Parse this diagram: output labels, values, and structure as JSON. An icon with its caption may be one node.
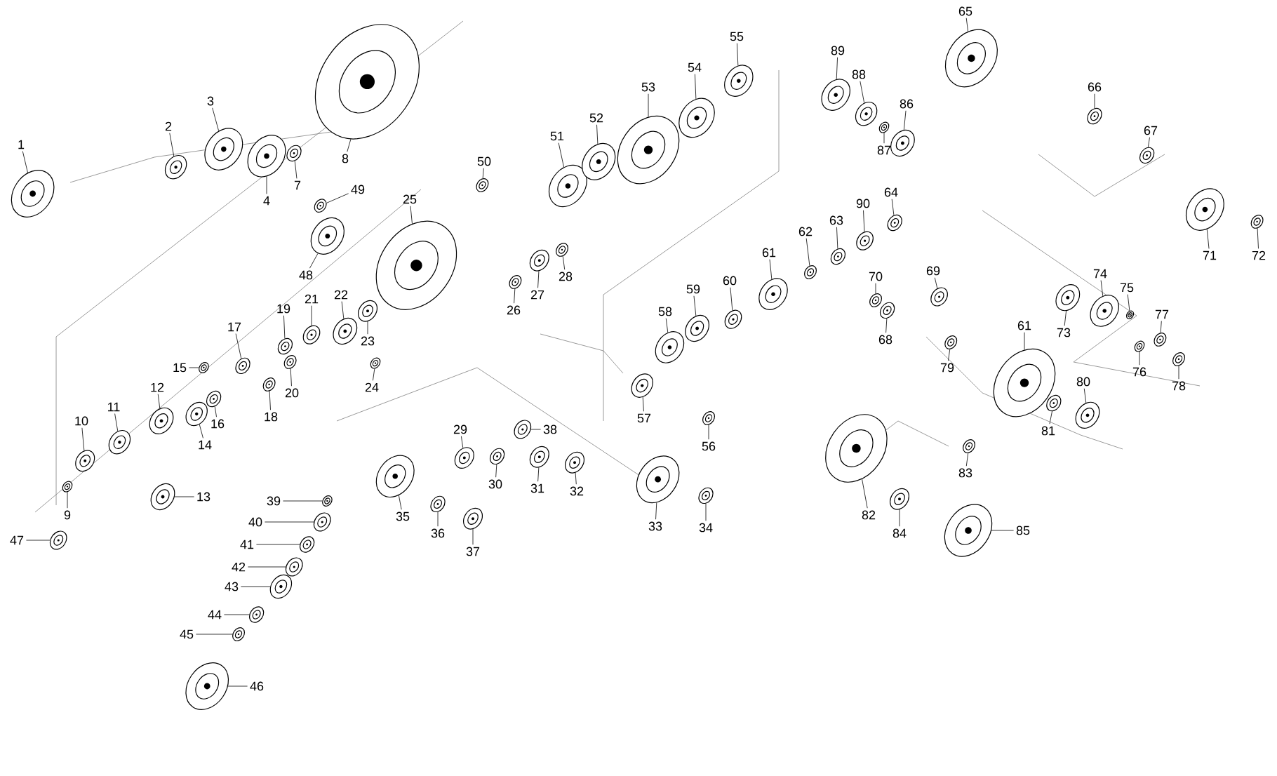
{
  "diagram": {
    "nodes": [
      {
        "text": [
          "1"
        ]
      },
      {
        "text": [
          "2"
        ]
      },
      {
        "text": [
          "3"
        ]
      },
      {
        "text": [
          "4"
        ]
      },
      {
        "text": [
          "7"
        ]
      },
      {
        "text": [
          "8"
        ]
      },
      {
        "text": [
          "9"
        ]
      },
      {
        "text": [
          "10"
        ]
      },
      {
        "text": [
          "11"
        ]
      },
      {
        "text": [
          "12"
        ]
      },
      {
        "text": [
          "13"
        ]
      },
      {
        "text": [
          "14"
        ]
      },
      {
        "text": [
          "15"
        ]
      },
      {
        "text": [
          "16"
        ]
      },
      {
        "text": [
          "17"
        ]
      },
      {
        "text": [
          "18"
        ]
      },
      {
        "text": [
          "19"
        ]
      },
      {
        "text": [
          "20"
        ]
      },
      {
        "text": [
          "21"
        ]
      },
      {
        "text": [
          "22"
        ]
      },
      {
        "text": [
          "23"
        ]
      },
      {
        "text": [
          "24"
        ]
      },
      {
        "text": [
          "25"
        ]
      },
      {
        "text": [
          "26"
        ]
      },
      {
        "text": [
          "27"
        ]
      },
      {
        "text": [
          "28"
        ]
      },
      {
        "text": [
          "29"
        ]
      },
      {
        "text": [
          "30"
        ]
      },
      {
        "text": [
          "31"
        ]
      },
      {
        "text": [
          "32"
        ]
      },
      {
        "text": [
          "33"
        ]
      },
      {
        "text": [
          "34"
        ]
      },
      {
        "text": [
          "35"
        ]
      },
      {
        "text": [
          "36"
        ]
      },
      {
        "text": [
          "37"
        ]
      },
      {
        "text": [
          "38"
        ]
      },
      {
        "text": [
          "39"
        ]
      },
      {
        "text": [
          "40"
        ]
      },
      {
        "text": [
          "41"
        ]
      },
      {
        "text": [
          "42"
        ]
      },
      {
        "text": [
          "43"
        ]
      },
      {
        "text": [
          "44"
        ]
      },
      {
        "text": [
          "45"
        ]
      },
      {
        "text": [
          "46"
        ]
      },
      {
        "text": [
          "47"
        ]
      },
      {
        "text": [
          "48"
        ]
      },
      {
        "text": [
          "49"
        ]
      },
      {
        "text": [
          "50"
        ]
      },
      {
        "text": [
          "51"
        ]
      },
      {
        "text": [
          "52"
        ]
      },
      {
        "text": [
          "53"
        ]
      },
      {
        "text": [
          "54"
        ]
      },
      {
        "text": [
          "55"
        ]
      },
      {
        "text": [
          "56"
        ]
      },
      {
        "text": [
          "57"
        ]
      },
      {
        "text": [
          "58"
        ]
      },
      {
        "text": [
          "59"
        ]
      },
      {
        "text": [
          "60"
        ]
      },
      {
        "text": [
          "61"
        ]
      },
      {
        "text": [
          "61"
        ]
      },
      {
        "text": [
          "62"
        ]
      },
      {
        "text": [
          "63"
        ]
      },
      {
        "text": [
          "64"
        ]
      },
      {
        "text": [
          "65"
        ]
      },
      {
        "text": [
          "66"
        ]
      },
      {
        "text": [
          "67"
        ]
      },
      {
        "text": [
          "68"
        ]
      },
      {
        "text": [
          "69"
        ]
      },
      {
        "text": [
          "70"
        ]
      },
      {
        "text": [
          "71"
        ]
      },
      {
        "text": [
          "72"
        ]
      },
      {
        "text": [
          "73"
        ]
      },
      {
        "text": [
          "74"
        ]
      },
      {
        "text": [
          "75"
        ]
      },
      {
        "text": [
          "76"
        ]
      },
      {
        "text": [
          "77"
        ]
      },
      {
        "text": [
          "78"
        ]
      },
      {
        "text": [
          "79"
        ]
      },
      {
        "text": [
          "80"
        ]
      },
      {
        "text": [
          "81"
        ]
      },
      {
        "text": [
          "82"
        ]
      },
      {
        "text": [
          "83"
        ]
      },
      {
        "text": [
          "84"
        ]
      },
      {
        "text": [
          "85"
        ]
      },
      {
        "text": [
          "86"
        ]
      },
      {
        "text": [
          "87"
        ]
      },
      {
        "text": [
          "88"
        ]
      },
      {
        "text": [
          "89"
        ]
      },
      {
        "text": [
          "90"
        ]
      },
      {
        "text": [],
        "shape": "picture"
      },
      {
        "text": [],
        "shape": "picture"
      },
      {
        "text": [],
        "shape": "picture"
      },
      {
        "text": [],
        "shape": "picture"
      },
      {
        "text": [],
        "shape": "picture"
      },
      {
        "text": [],
        "shape": "picture"
      },
      {
        "text": [],
        "shape": "picture"
      },
      {
        "text": [],
        "shape": "picture"
      },
      {
        "text": [],
        "shape": "picture"
      },
      {
        "text": [],
        "shape": "picture"
      },
      {
        "text": [],
        "shape": "picture"
      },
      {
        "text": [],
        "shape": "picture"
      },
      {
        "text": [],
        "shape": "picture"
      },
      {
        "text": [],
        "shape": "picture"
      },
      {
        "text": [],
        "shape": "picture"
      },
      {
        "text": [],
        "shape": "picture"
      },
      {
        "text": [],
        "shape": "picture"
      },
      {
        "text": [],
        "shape": "picture"
      },
      {
        "text": [],
        "shape": "picture"
      },
      {
        "text": [],
        "shape": "picture"
      },
      {
        "text": [],
        "shape": "picture"
      },
      {
        "text": [],
        "shape": "picture"
      },
      {
        "text": [],
        "shape": "picture"
      },
      {
        "text": [],
        "shape": "picture"
      },
      {
        "text": [],
        "shape": "picture"
      },
      {
        "text": [],
        "shape": "picture"
      },
      {
        "text": [],
        "shape": "picture"
      },
      {
        "text": [],
        "shape": "picture"
      },
      {
        "text": [],
        "shape": "picture"
      },
      {
        "text": [],
        "shape": "picture"
      },
      {
        "text": [],
        "shape": "picture"
      },
      {
        "text": [],
        "shape": "picture"
      },
      {
        "text": [],
        "shape": "picture"
      },
      {
        "text": [],
        "shape": "picture"
      },
      {
        "text": [],
        "shape": "picture"
      },
      {
        "text": [],
        "shape": "picture"
      },
      {
        "text": [],
        "shape": "picture"
      },
      {
        "text": [],
        "shape": "picture"
      },
      {
        "text": [],
        "shape": "picture"
      },
      {
        "text": [],
        "shape": "picture"
      },
      {
        "text": [],
        "shape": "picture"
      },
      {
        "text": [],
        "shape": "picture"
      },
      {
        "text": [],
        "shape": "picture"
      },
      {
        "text": [],
        "shape": "picture"
      },
      {
        "text": [],
        "shape": "picture"
      },
      {
        "text": [],
        "shape": "picture"
      },
      {
        "text": [],
        "shape": "picture"
      },
      {
        "text": [],
        "shape": "picture"
      },
      {
        "text": [],
        "shape": "picture"
      },
      {
        "text": [],
        "shape": "picture"
      },
      {
        "text": [],
        "shape": "picture"
      },
      {
        "text": [],
        "shape": "picture"
      },
      {
        "text": [],
        "shape": "picture"
      },
      {
        "text": [],
        "shape": "picture"
      },
      {
        "text": [],
        "shape": "picture"
      },
      {
        "text": [],
        "shape": "picture"
      },
      {
        "text": [],
        "shape": "picture"
      },
      {
        "text": [],
        "shape": "picture"
      },
      {
        "text": [],
        "shape": "picture"
      },
      {
        "text": [],
        "shape": "picture"
      },
      {
        "text": [],
        "shape": "picture"
      },
      {
        "text": [],
        "shape": "picture"
      },
      {
        "text": [],
        "shape": "picture"
      },
      {
        "text": [],
        "shape": "picture"
      },
      {
        "text": [],
        "shape": "picture"
      },
      {
        "text": [],
        "shape": "picture"
      },
      {
        "text": [],
        "shape": "picture"
      },
      {
        "text": [],
        "shape": "picture"
      },
      {
        "text": [],
        "shape": "picture"
      },
      {
        "text": [],
        "shape": "picture"
      },
      {
        "text": [],
        "shape": "picture"
      },
      {
        "text": [],
        "shape": "picture"
      },
      {
        "text": [],
        "shape": "picture"
      },
      {
        "text": [],
        "shape": "picture"
      },
      {
        "text": [],
        "shape": "picture"
      },
      {
        "text": [],
        "shape": "picture"
      },
      {
        "text": [],
        "shape": "picture"
      },
      {
        "text": [],
        "shape": "picture"
      },
      {
        "text": [],
        "shape": "picture"
      },
      {
        "text": [],
        "shape": "picture"
      },
      {
        "text": [],
        "shape": "picture"
      },
      {
        "text": [],
        "shape": "picture"
      },
      {
        "text": [],
        "shape": "picture"
      },
      {
        "text": [],
        "shape": "picture"
      },
      {
        "text": [],
        "shape": "picture"
      },
      {
        "text": [],
        "shape": "picture"
      },
      {
        "text": [],
        "shape": "picture"
      },
      {
        "text": [],
        "shape": "picture"
      },
      {
        "text": [],
        "shape": "picture"
      }
    ],
    "edges": [
      {
        "from": 0,
        "to": 89,
        "arrow": "none"
      },
      {
        "from": 1,
        "to": 90,
        "arrow": "none"
      },
      {
        "from": 2,
        "to": 91,
        "arrow": "none"
      },
      {
        "from": 3,
        "to": 92,
        "arrow": "none"
      },
      {
        "from": 4,
        "to": 93,
        "arrow": "none"
      },
      {
        "from": 5,
        "to": 94,
        "arrow": "none"
      },
      {
        "from": 6,
        "to": 95,
        "arrow": "none"
      },
      {
        "from": 7,
        "to": 96,
        "arrow": "none"
      },
      {
        "from": 8,
        "to": 97,
        "arrow": "none"
      },
      {
        "from": 9,
        "to": 98,
        "arrow": "none"
      },
      {
        "from": 10,
        "to": 99,
        "arrow": "none"
      },
      {
        "from": 11,
        "to": 100,
        "arrow": "none"
      },
      {
        "from": 12,
        "to": 101,
        "arrow": "none"
      },
      {
        "from": 13,
        "to": 102,
        "arrow": "none"
      },
      {
        "from": 14,
        "to": 103,
        "arrow": "none"
      },
      {
        "from": 15,
        "to": 104,
        "arrow": "none"
      },
      {
        "from": 16,
        "to": 105,
        "arrow": "none"
      },
      {
        "from": 17,
        "to": 106,
        "arrow": "none"
      },
      {
        "from": 18,
        "to": 107,
        "arrow": "none"
      },
      {
        "from": 19,
        "to": 108,
        "arrow": "none"
      },
      {
        "from": 20,
        "to": 109,
        "arrow": "none"
      },
      {
        "from": 21,
        "to": 110,
        "arrow": "none"
      },
      {
        "from": 22,
        "to": 111,
        "arrow": "none"
      },
      {
        "from": 23,
        "to": 112,
        "arrow": "none"
      },
      {
        "from": 24,
        "to": 113,
        "arrow": "none"
      },
      {
        "from": 25,
        "to": 114,
        "arrow": "none"
      },
      {
        "from": 26,
        "to": 115,
        "arrow": "none"
      },
      {
        "from": 27,
        "to": 116,
        "arrow": "none"
      },
      {
        "from": 28,
        "to": 117,
        "arrow": "none"
      },
      {
        "from": 29,
        "to": 118,
        "arrow": "none"
      },
      {
        "from": 30,
        "to": 119,
        "arrow": "none"
      },
      {
        "from": 31,
        "to": 120,
        "arrow": "none"
      },
      {
        "from": 32,
        "to": 121,
        "arrow": "none"
      },
      {
        "from": 33,
        "to": 122,
        "arrow": "none"
      },
      {
        "from": 34,
        "to": 123,
        "arrow": "none"
      },
      {
        "from": 35,
        "to": 124,
        "arrow": "none"
      },
      {
        "from": 36,
        "to": 125,
        "arrow": "none"
      },
      {
        "from": 37,
        "to": 126,
        "arrow": "none"
      },
      {
        "from": 38,
        "to": 127,
        "arrow": "none"
      },
      {
        "from": 39,
        "to": 128,
        "arrow": "none"
      },
      {
        "from": 40,
        "to": 129,
        "arrow": "none"
      },
      {
        "from": 41,
        "to": 130,
        "arrow": "none"
      },
      {
        "from": 42,
        "to": 131,
        "arrow": "none"
      },
      {
        "from": 43,
        "to": 132,
        "arrow": "none"
      },
      {
        "from": 44,
        "to": 133,
        "arrow": "none"
      },
      {
        "from": 45,
        "to": 134,
        "arrow": "none"
      },
      {
        "from": 46,
        "to": 135,
        "arrow": "none"
      },
      {
        "from": 47,
        "to": 136,
        "arrow": "none"
      },
      {
        "from": 48,
        "to": 137,
        "arrow": "none"
      },
      {
        "from": 49,
        "to": 138,
        "arrow": "none"
      },
      {
        "from": 50,
        "to": 139,
        "arrow": "none"
      },
      {
        "from": 51,
        "to": 140,
        "arrow": "none"
      },
      {
        "from": 52,
        "to": 141,
        "arrow": "none"
      },
      {
        "from": 53,
        "to": 142,
        "arrow": "none"
      },
      {
        "from": 54,
        "to": 143,
        "arrow": "none"
      },
      {
        "from": 55,
        "to": 144,
        "arrow": "none"
      },
      {
        "from": 56,
        "to": 145,
        "arrow": "none"
      },
      {
        "from": 57,
        "to": 146,
        "arrow": "none"
      },
      {
        "from": 58,
        "to": 147,
        "arrow": "none"
      },
      {
        "from": 59,
        "to": 148,
        "arrow": "none"
      },
      {
        "from": 60,
        "to": 149,
        "arrow": "none"
      },
      {
        "from": 61,
        "to": 150,
        "arrow": "none"
      },
      {
        "from": 62,
        "to": 151,
        "arrow": "none"
      },
      {
        "from": 63,
        "to": 152,
        "arrow": "none"
      },
      {
        "from": 64,
        "to": 153,
        "arrow": "none"
      },
      {
        "from": 65,
        "to": 154,
        "arrow": "none"
      },
      {
        "from": 66,
        "to": 155,
        "arrow": "none"
      },
      {
        "from": 67,
        "to": 156,
        "arrow": "none"
      },
      {
        "from": 68,
        "to": 157,
        "arrow": "none"
      },
      {
        "from": 69,
        "to": 158,
        "arrow": "none"
      },
      {
        "from": 70,
        "to": 159,
        "arrow": "none"
      },
      {
        "from": 71,
        "to": 160,
        "arrow": "none"
      },
      {
        "from": 72,
        "to": 161,
        "arrow": "none"
      },
      {
        "from": 73,
        "to": 162,
        "arrow": "none"
      },
      {
        "from": 74,
        "to": 163,
        "arrow": "none"
      },
      {
        "from": 75,
        "to": 164,
        "arrow": "none"
      },
      {
        "from": 76,
        "to": 165,
        "arrow": "none"
      },
      {
        "from": 77,
        "to": 166,
        "arrow": "none"
      },
      {
        "from": 78,
        "to": 167,
        "arrow": "none"
      },
      {
        "from": 79,
        "to": 168,
        "arrow": "none"
      },
      {
        "from": 80,
        "to": 169,
        "arrow": "none"
      },
      {
        "from": 81,
        "to": 170,
        "arrow": "none"
      },
      {
        "from": 82,
        "to": 171,
        "arrow": "none"
      },
      {
        "from": 83,
        "to": 172,
        "arrow": "none"
      },
      {
        "from": 84,
        "to": 173,
        "arrow": "none"
      },
      {
        "from": 85,
        "to": 174,
        "arrow": "none"
      },
      {
        "from": 86,
        "to": 175,
        "arrow": "none"
      },
      {
        "from": 87,
        "to": 176,
        "arrow": "none"
      },
      {
        "from": 88,
        "to": 177,
        "arrow": "none"
      }
    ]
  }
}
